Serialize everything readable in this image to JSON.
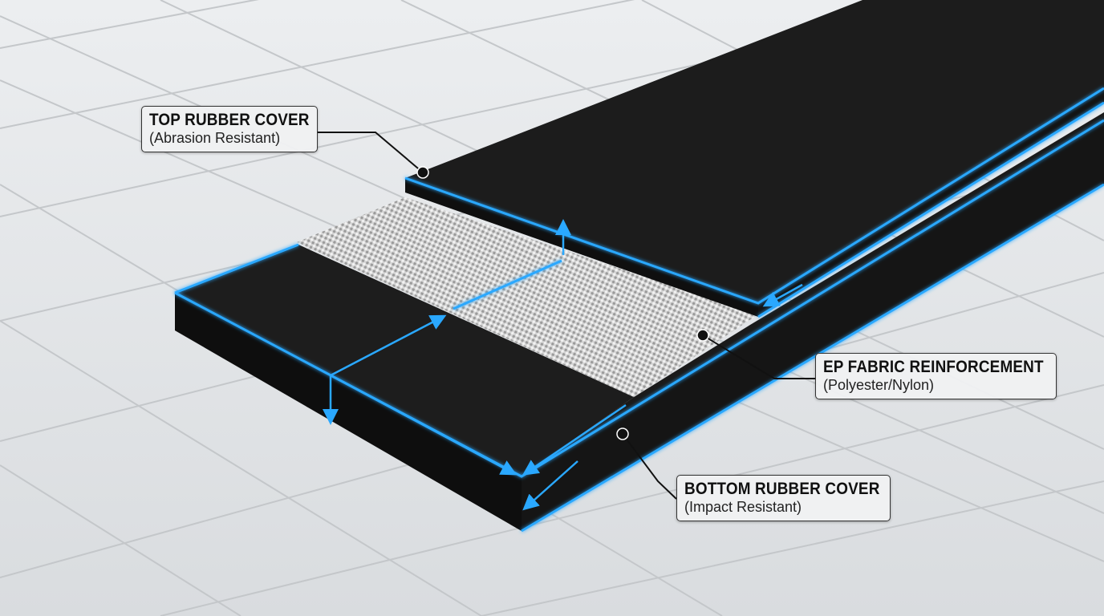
{
  "title": "Conveyor belt layer cross-section",
  "labels": {
    "top": {
      "title": "TOP RUBBER COVER",
      "subtitle": "(Abrasion Resistant)"
    },
    "fabric": {
      "title": "EP FABRIC REINFORCEMENT",
      "subtitle": "(Polyester/Nylon)"
    },
    "bottom": {
      "title": "BOTTOM RUBBER COVER",
      "subtitle": "(Impact Resistant)"
    }
  },
  "colors": {
    "accent": "#2aa8ff",
    "rubber": "#1a1a1a",
    "floor": "#e6e8ea",
    "fabric": "#c8c8c8"
  }
}
